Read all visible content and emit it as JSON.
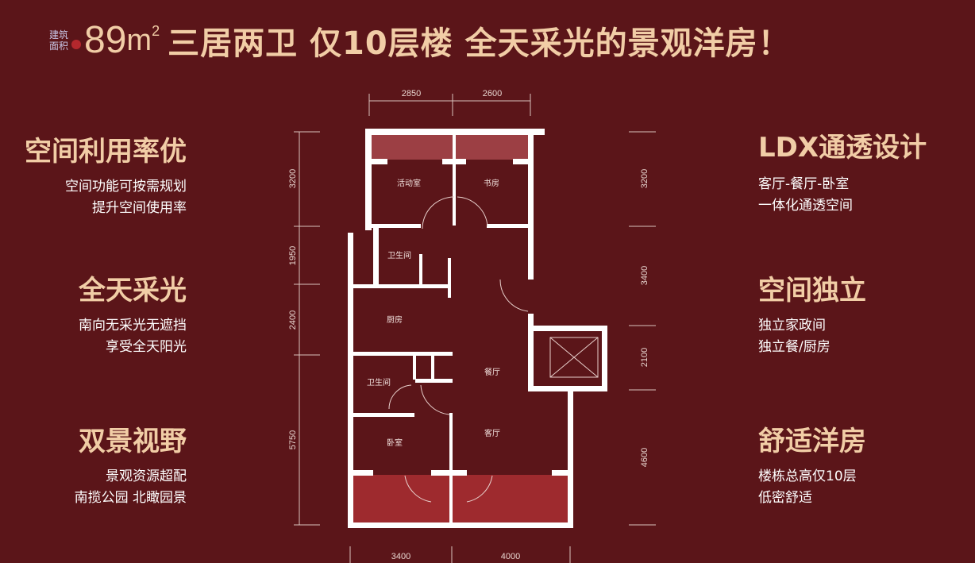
{
  "header": {
    "area_label_1": "建筑",
    "area_label_2": "面积",
    "area_value": "89",
    "area_unit": "m",
    "area_sup": "2",
    "headline": "三居两卫  仅10层楼  全天采光的景观洋房！"
  },
  "features_left": [
    {
      "title": "空间利用率优",
      "lines": [
        "空间功能可按需规划",
        "提升空间使用率"
      ]
    },
    {
      "title": "全天采光",
      "lines": [
        "南向无采光无遮挡",
        "享受全天阳光"
      ]
    },
    {
      "title": "双景视野",
      "lines": [
        "景观资源超配",
        "南揽公园 北瞰园景"
      ]
    }
  ],
  "features_right": [
    {
      "title": "LDX通透设计",
      "lines": [
        "客厅-餐厅-卧室",
        "一体化通透空间"
      ]
    },
    {
      "title": "空间独立",
      "lines": [
        "独立家政间",
        "独立餐/厨房"
      ]
    },
    {
      "title": "舒适洋房",
      "lines": [
        "楼栋总高仅10层",
        "低密舒适"
      ]
    }
  ],
  "floorplan": {
    "rooms": {
      "activity": "活动室",
      "study": "书房",
      "bath1": "卫生间",
      "kitchen": "厨房",
      "dining": "餐厅",
      "bath2": "卫生间",
      "bedroom": "卧室",
      "living": "客厅"
    },
    "dims_top": [
      "2850",
      "2600"
    ],
    "dims_bottom": [
      "3400",
      "4000"
    ],
    "dims_left": [
      "3200",
      "1950",
      "2400",
      "5750"
    ],
    "dims_right": [
      "3200",
      "3400",
      "2100",
      "4600"
    ]
  },
  "colors": {
    "background": "#5b1519",
    "accent": "#f1cda6",
    "balcony_top": "#9c3f44",
    "balcony_bottom": "#9e2a2e"
  }
}
